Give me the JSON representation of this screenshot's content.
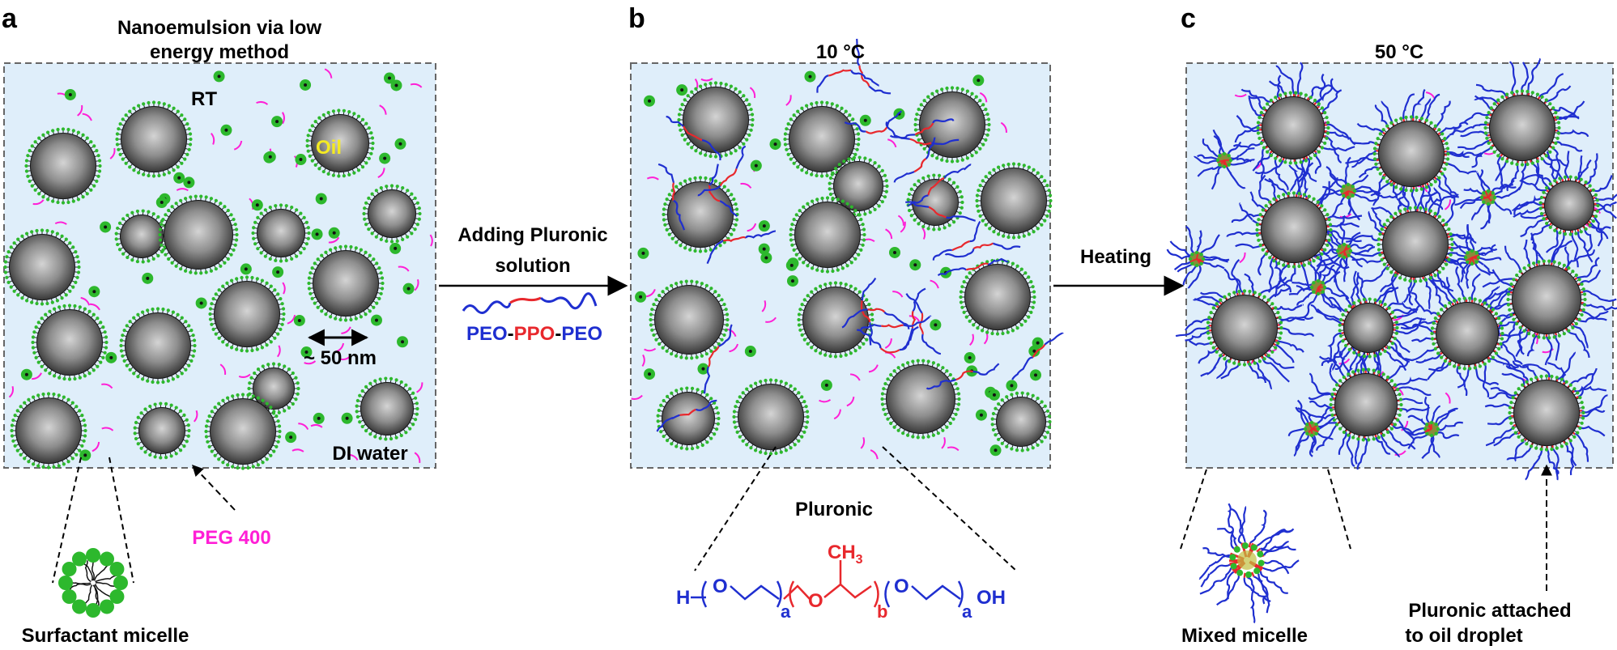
{
  "panels": {
    "a": {
      "letter": "a",
      "title_line1": "Nanoemulsion via low",
      "title_line2": "energy method",
      "rt": "RT",
      "oil": "Oil",
      "scale": "~ 50 nm",
      "water": "DI water",
      "peg": "PEG 400",
      "micelle": "Surfactant micelle"
    },
    "b": {
      "letter": "b",
      "temp": "10 °C",
      "pluronic": "Pluronic",
      "ch3": "CH",
      "ch3_sub": "3",
      "h": "H",
      "o1": "O",
      "o2": "O",
      "o3": "O",
      "oh": "OH",
      "sub_a1": "a",
      "sub_b": "b",
      "sub_a2": "a"
    },
    "c": {
      "letter": "c",
      "temp": "50 °C",
      "mixed": "Mixed micelle",
      "attached_line1": "Pluronic attached",
      "attached_line2": "to oil droplet"
    }
  },
  "arrows": {
    "adding_line1": "Adding Pluronic",
    "adding_line2": "solution",
    "peo1": "PEO",
    "dash1": "-",
    "ppo": "PPO",
    "dash2": "-",
    "peo2": "PEO",
    "heating": "Heating"
  },
  "colors": {
    "box_fill": "#dfeefa",
    "surfactant": "#2db82d",
    "peo": "#1f2fd0",
    "ppo": "#e8282d",
    "peg": "#ff1fd6",
    "oil_label": "#f4ea22"
  }
}
